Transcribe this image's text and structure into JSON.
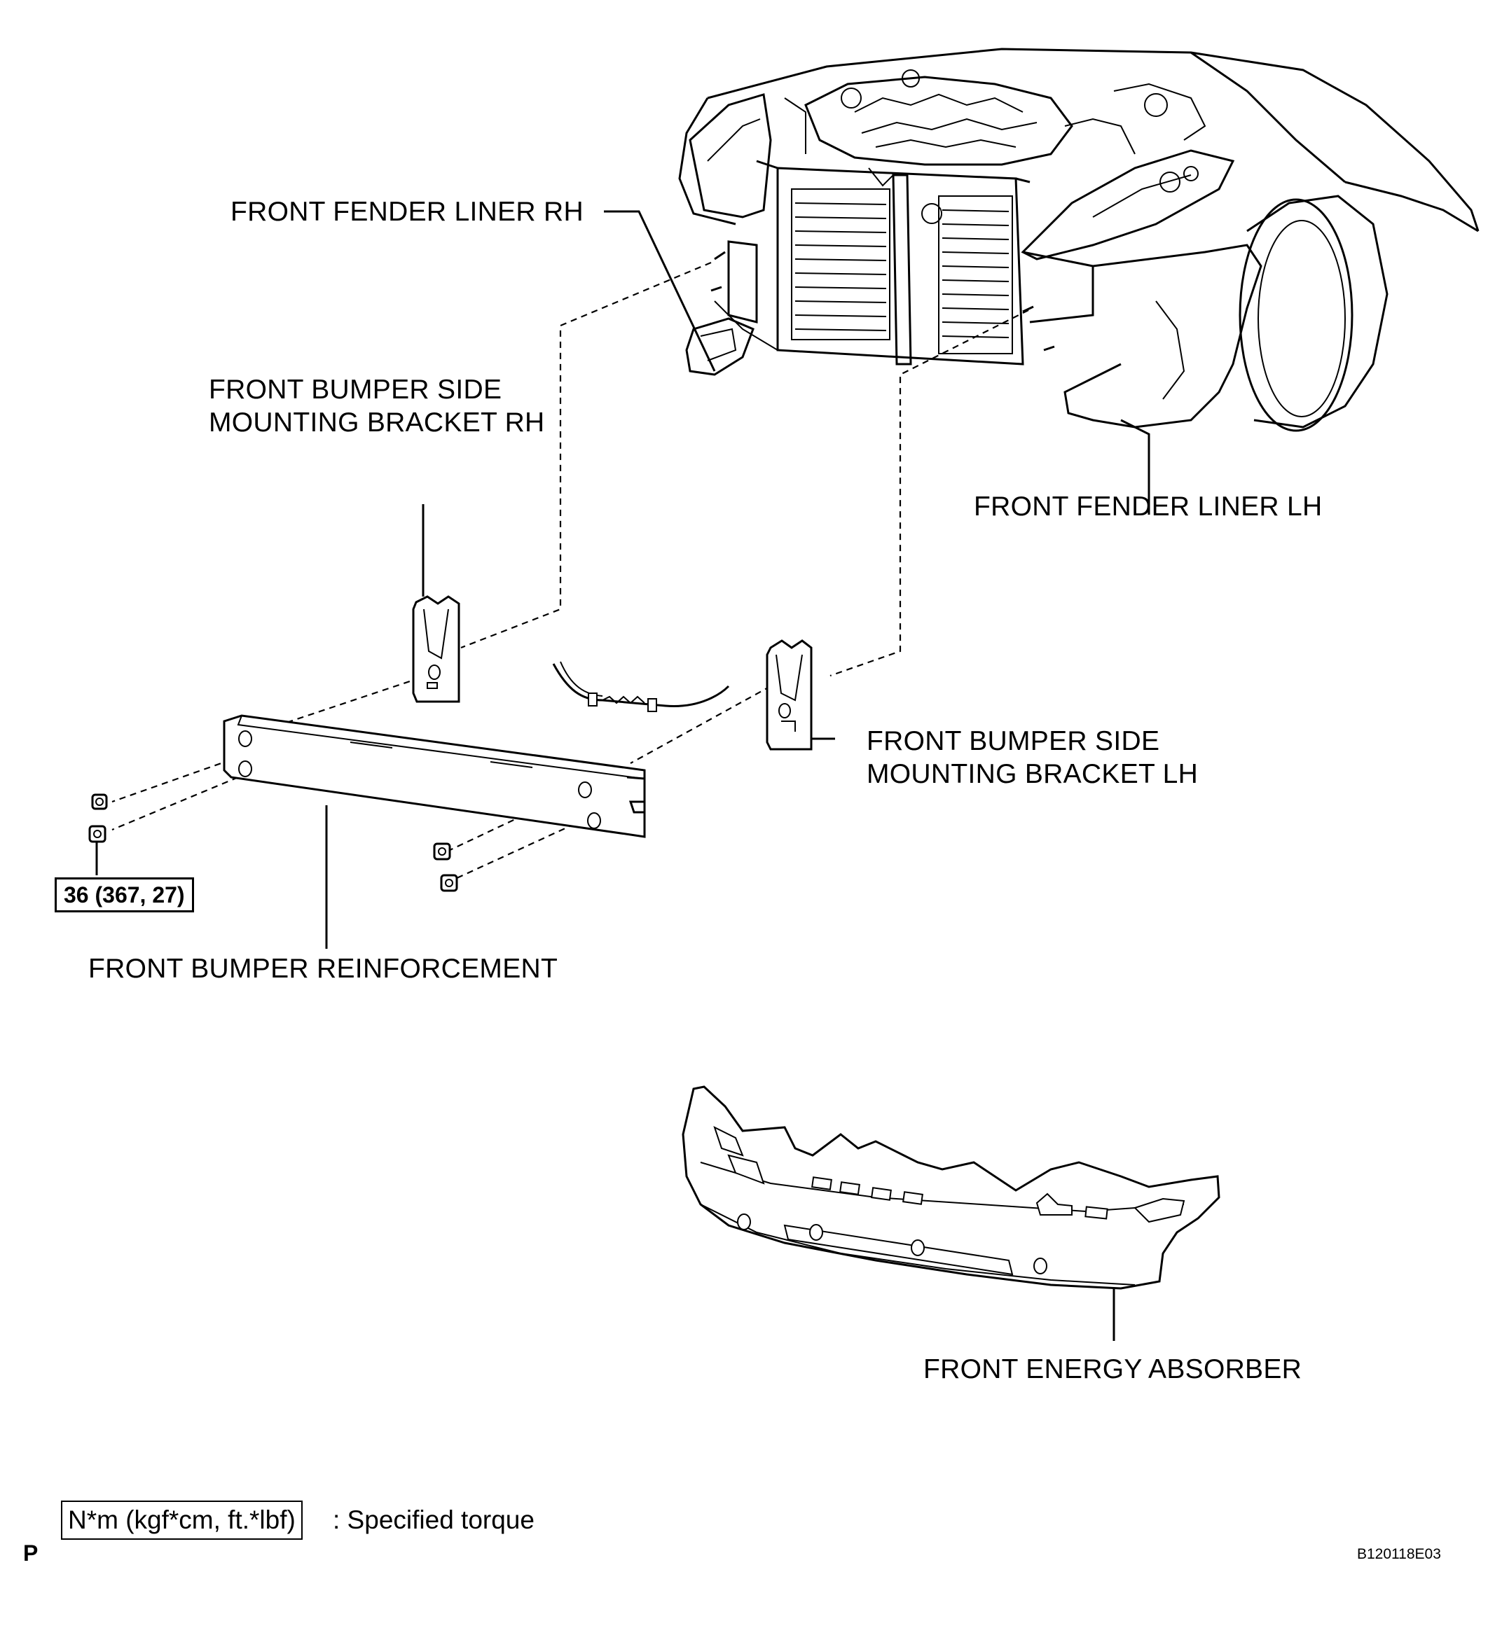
{
  "labels": {
    "fender_liner_rh": "FRONT FENDER LINER RH",
    "bracket_rh_line1": "FRONT BUMPER SIDE",
    "bracket_rh_line2": "MOUNTING BRACKET RH",
    "fender_liner_lh": "FRONT FENDER LINER LH",
    "bracket_lh_line1": "FRONT BUMPER SIDE",
    "bracket_lh_line2": "MOUNTING BRACKET LH",
    "reinforcement": "FRONT BUMPER REINFORCEMENT",
    "energy_absorber": "FRONT ENERGY ABSORBER"
  },
  "torque_spec": "36 (367, 27)",
  "legend": {
    "box_text": "N*m (kgf*cm, ft.*lbf)",
    "description": ": Specified torque"
  },
  "corner_mark": "P",
  "figure_id": "B120118E03"
}
